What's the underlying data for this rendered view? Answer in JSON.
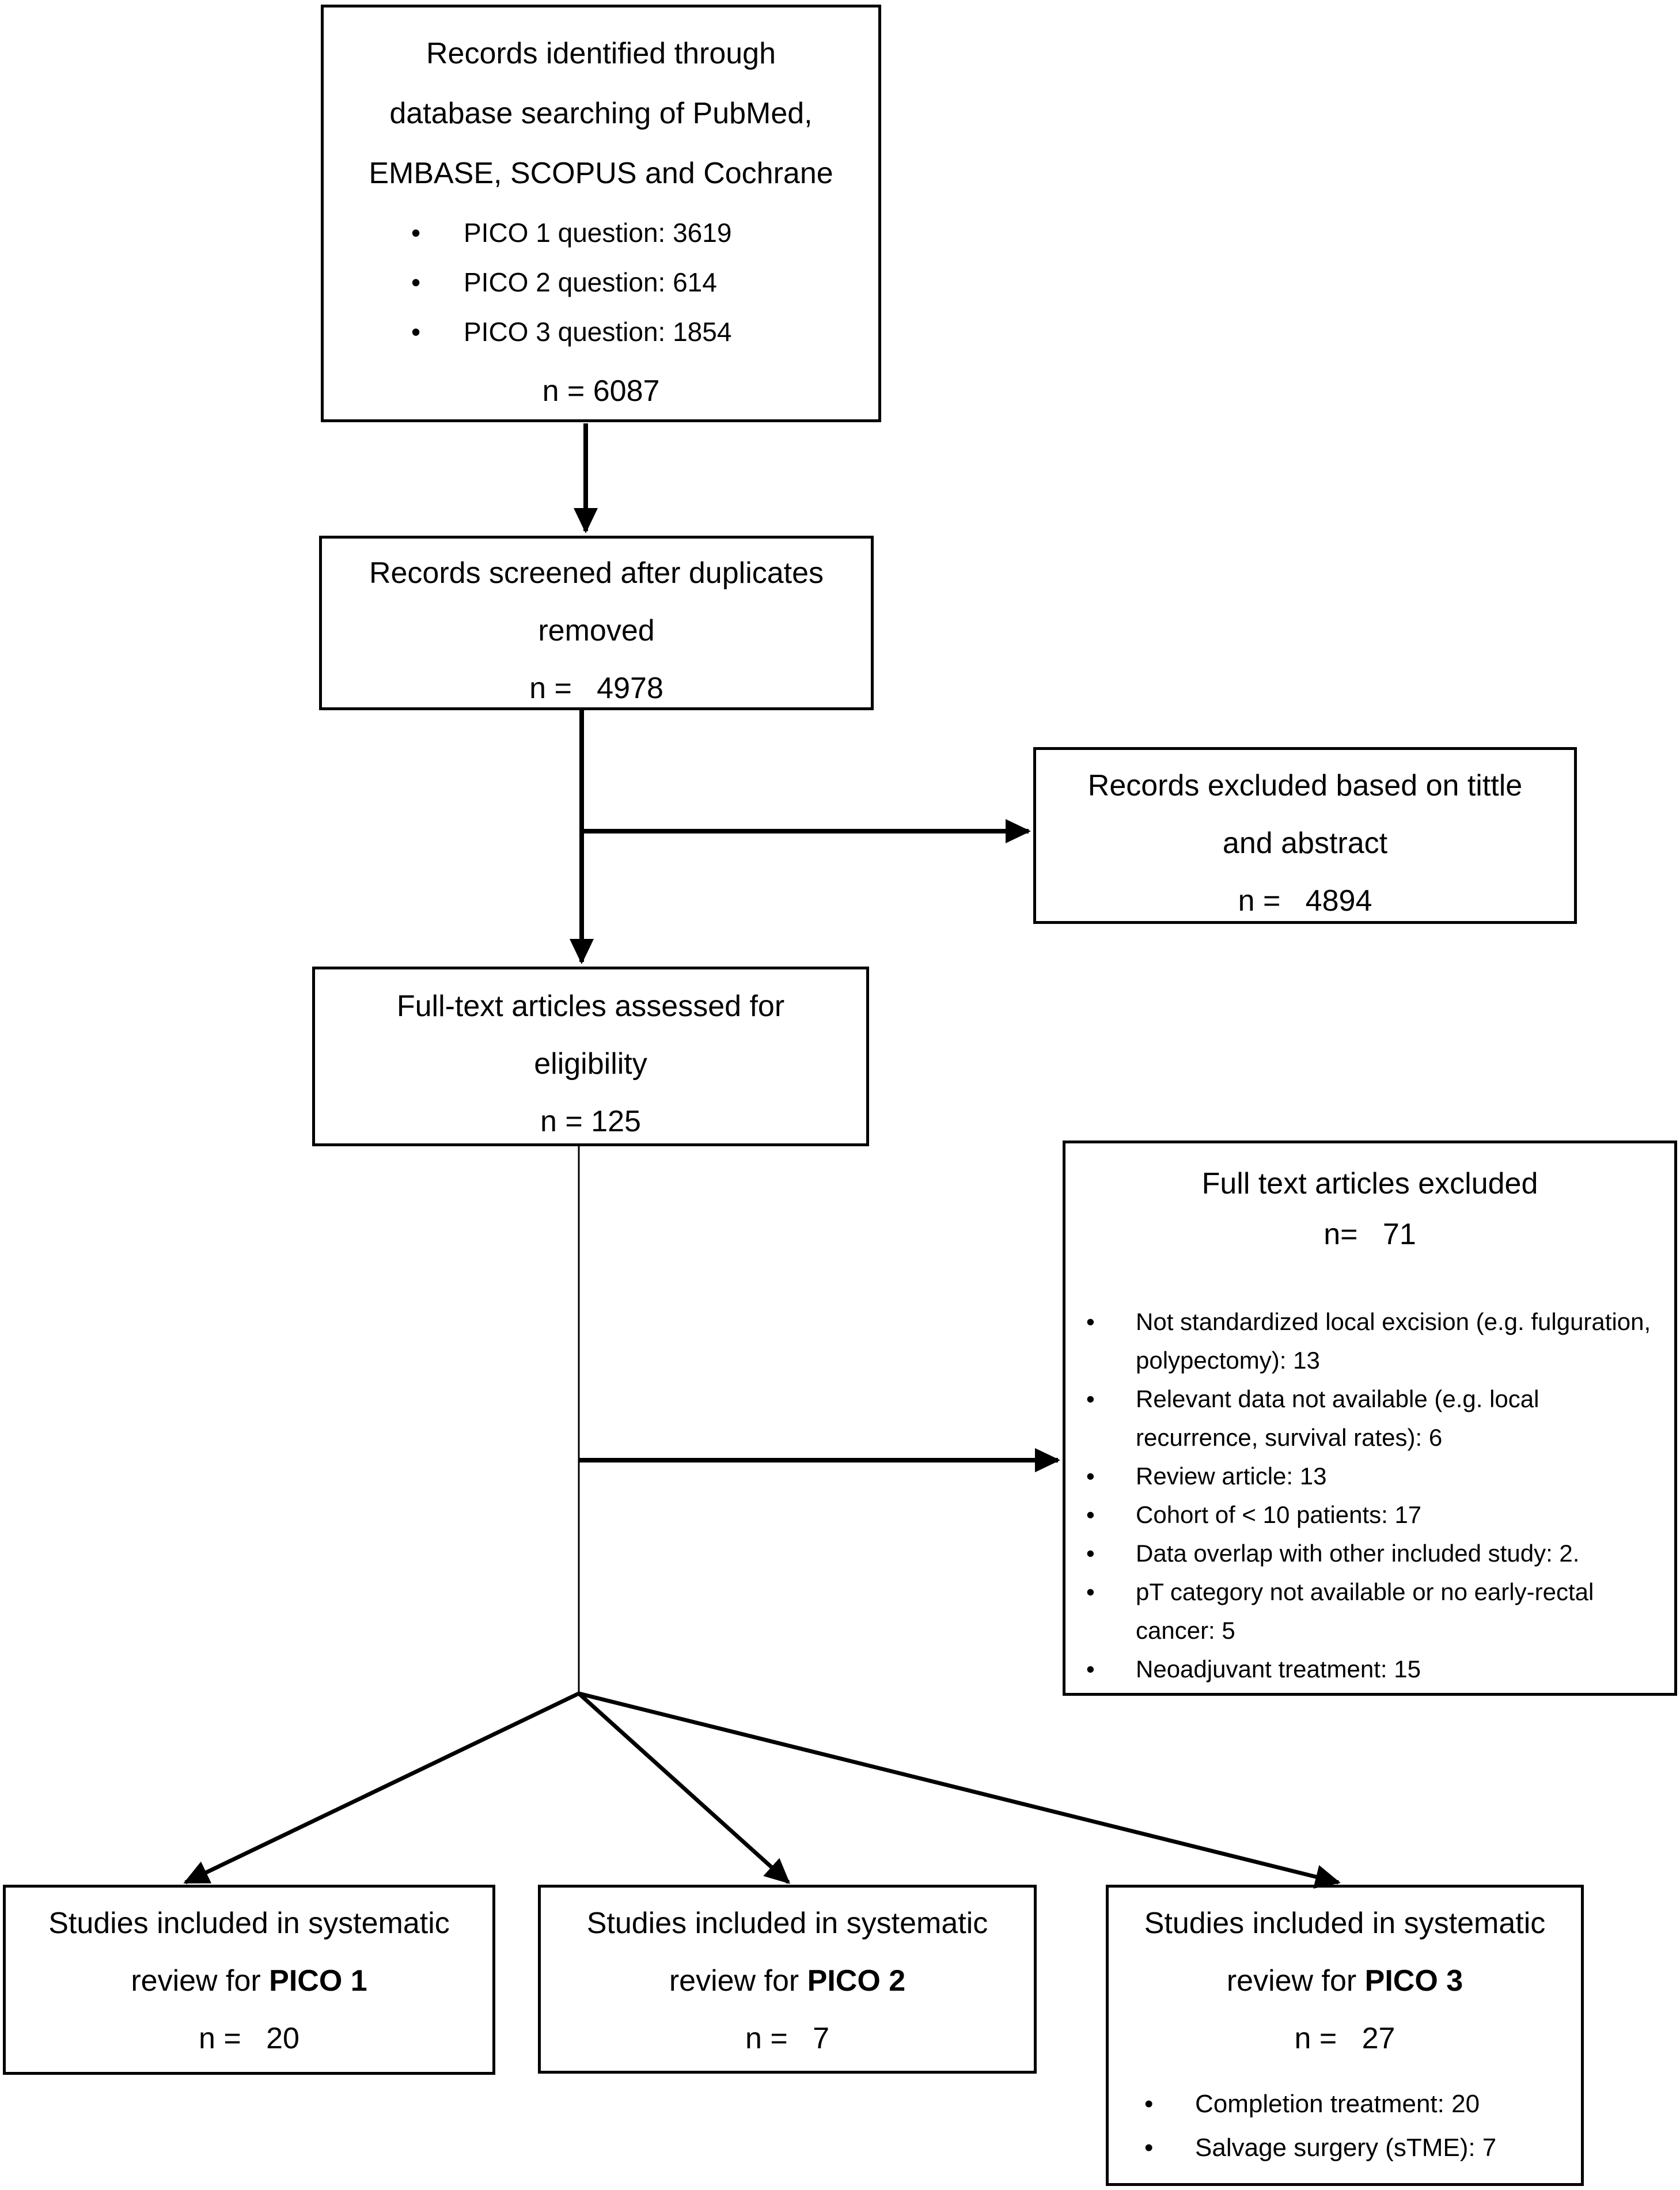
{
  "figure": {
    "kind": "systematic-review-flow-diagram",
    "boxes": {
      "identified": {
        "title_lines": [
          "Records identified through",
          "database searching of PubMed,",
          "EMBASE, SCOPUS and Cochrane"
        ],
        "bullets": [
          "PICO 1 question: 3619",
          "PICO 2 question: 614",
          "PICO 3 question: 1854"
        ],
        "count": "n = 6087"
      },
      "screened": {
        "title_lines": [
          "Records screened after duplicates",
          "removed"
        ],
        "count": "n =   4978"
      },
      "records_excluded": {
        "title_lines": [
          "Records excluded based on tittle",
          "and abstract"
        ],
        "count": "n =   4894"
      },
      "fulltext_assessed": {
        "title_lines": [
          "Full-text articles assessed for",
          "eligibility"
        ],
        "count": "n = 125"
      },
      "fulltext_excluded": {
        "title": "Full text articles excluded",
        "count": "n=   71",
        "bullets": [
          "Not standardized local excision (e.g. fulguration, polypectomy): 13",
          "Relevant data not available (e.g. local recurrence, survival rates): 6",
          "Review article: 13",
          "Cohort of < 10 patients: 17",
          "Data overlap with other included study: 2.",
          "pT category not available or no early-rectal cancer: 5",
          "Neoadjuvant treatment: 15"
        ]
      },
      "pico1": {
        "title_line1": "Studies included in systematic",
        "title_line2_prefix": "review for ",
        "title_line2_bold": "PICO 1",
        "count": "n =   20"
      },
      "pico2": {
        "title_line1": "Studies included in systematic",
        "title_line2_prefix": "review for ",
        "title_line2_bold": "PICO 2",
        "count": "n =   7"
      },
      "pico3": {
        "title_line1": "Studies included in systematic",
        "title_line2_prefix": "review for ",
        "title_line2_bold": "PICO 3",
        "count": "n =   27",
        "bullets": [
          "Completion treatment: 20",
          "Salvage surgery (sTME): 7"
        ]
      }
    }
  }
}
